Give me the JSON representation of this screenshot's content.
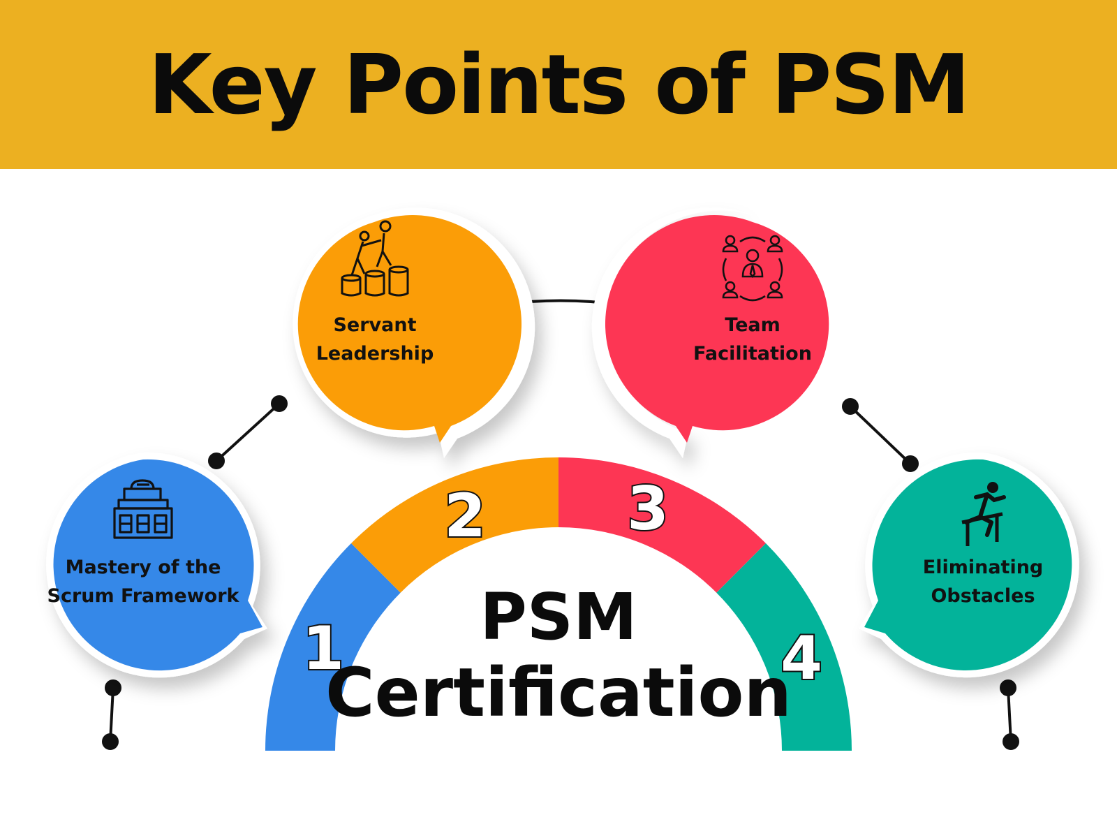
{
  "title": "Key Points of PSM",
  "center": {
    "line1": "PSM",
    "line2": "Certification"
  },
  "segments": [
    {
      "number": "1",
      "color": "#3588e8"
    },
    {
      "number": "2",
      "color": "#fb9d07"
    },
    {
      "number": "3",
      "color": "#fd3654"
    },
    {
      "number": "4",
      "color": "#03b39a"
    }
  ],
  "bubbles": [
    {
      "line1": "Mastery of the",
      "line2": "Scrum Framework",
      "icon": "building-icon",
      "color": "#3588e8"
    },
    {
      "line1": "Servant",
      "line2": "Leadership",
      "icon": "helping-hand-icon",
      "color": "#fb9d07"
    },
    {
      "line1": "Team",
      "line2": "Facilitation",
      "icon": "team-network-icon",
      "color": "#fd3654"
    },
    {
      "line1": "Eliminating",
      "line2": "Obstacles",
      "icon": "hurdle-runner-icon",
      "color": "#03b39a"
    }
  ],
  "colors": {
    "header": "#ecb021",
    "connector": "#111111"
  }
}
